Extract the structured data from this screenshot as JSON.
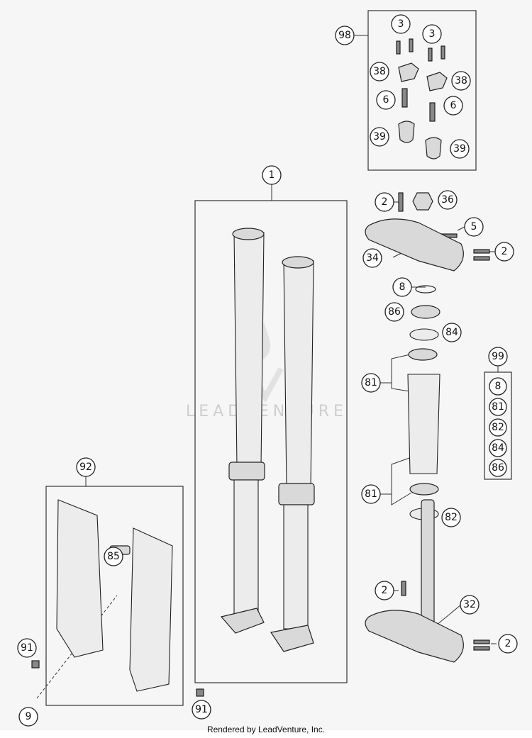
{
  "diagram": {
    "callouts": {
      "c98": "98",
      "c3a": "3",
      "c3b": "3",
      "c38a": "38",
      "c38b": "38",
      "c6a": "6",
      "c6b": "6",
      "c39a": "39",
      "c39b": "39",
      "c1": "1",
      "c2a": "2",
      "c36": "36",
      "c5": "5",
      "c34": "34",
      "c2b": "2",
      "c8": "8",
      "c86": "86",
      "c84": "84",
      "c81a": "81",
      "c81b": "81",
      "c82": "82",
      "c99": "99",
      "k8": "8",
      "k81": "81",
      "k82": "82",
      "k84": "84",
      "k86": "86",
      "c92": "92",
      "c85": "85",
      "c91a": "91",
      "c9": "9",
      "c91b": "91",
      "c2c": "2",
      "c32": "32",
      "c2d": "2"
    },
    "watermark": "LEADVENTURE"
  },
  "footer": "Rendered by LeadVenture, Inc."
}
